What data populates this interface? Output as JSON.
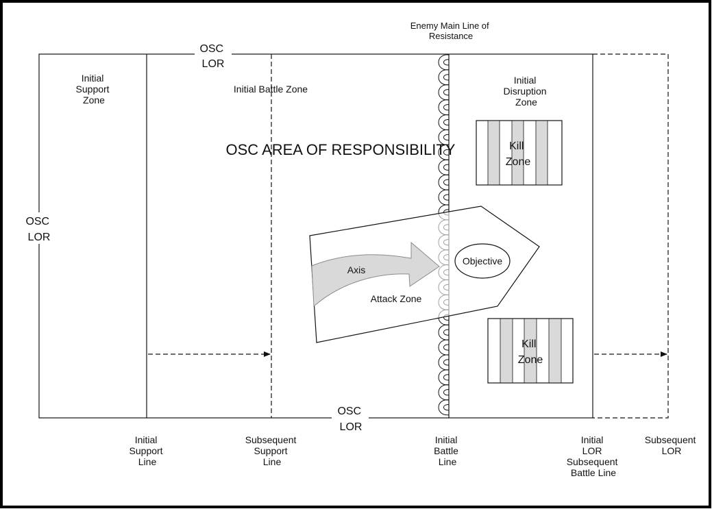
{
  "colors": {
    "ink": "#111111",
    "fill_gray": "#d9d9d9",
    "background": "#ffffff"
  },
  "labels": {
    "enemy_mlr": [
      "Enemy Main Line of",
      "Resistance"
    ],
    "osc_lor_top": [
      "OSC",
      "LOR"
    ],
    "osc_lor_left": [
      "OSC",
      "LOR"
    ],
    "osc_lor_bottom": [
      "OSC",
      "LOR"
    ],
    "initial_support_zone": [
      "Initial",
      "Support",
      "Zone"
    ],
    "initial_battle_zone": "Initial Battle Zone",
    "initial_disruption_zone": [
      "Initial",
      "Disruption",
      "Zone"
    ],
    "area_title": "OSC AREA OF RESPONSIBILITY",
    "kill_zone_1": [
      "Kill",
      "Zone"
    ],
    "kill_zone_2": [
      "Kill",
      "Zone"
    ],
    "axis": "Axis",
    "attack_zone": "Attack Zone",
    "objective": "Objective",
    "bottom_lines": [
      [
        "Initial",
        "Support",
        "Line"
      ],
      [
        "Subsequent",
        "Support",
        "Line"
      ],
      [
        "Initial",
        "Battle",
        "Line"
      ],
      [
        "Initial",
        "LOR",
        "Subsequent",
        "Battle Line"
      ],
      [
        "Subsequent",
        "LOR"
      ]
    ]
  }
}
